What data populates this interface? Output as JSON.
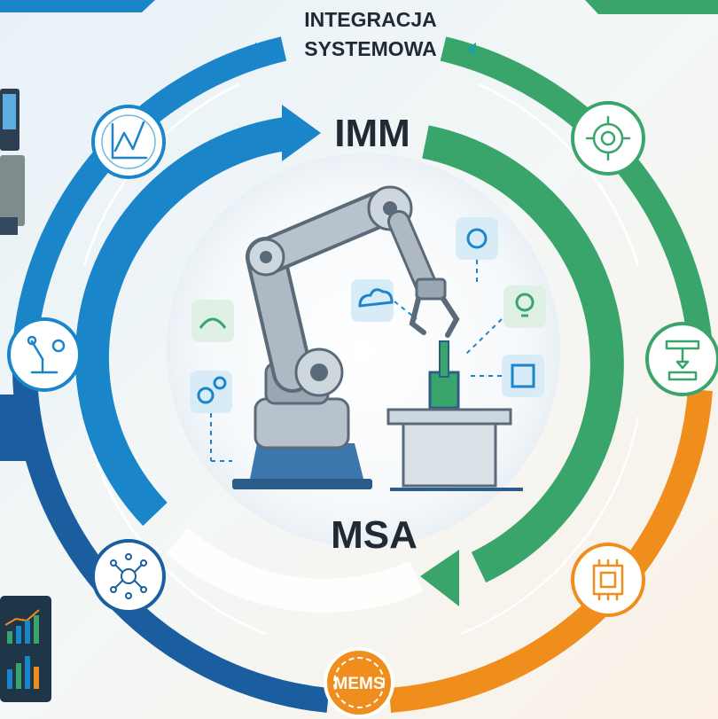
{
  "header": {
    "title_line1": "INTEGRACJA",
    "title_line2": "SYSTEMOWA"
  },
  "labels": {
    "top": "IMM",
    "bottom": "MSA",
    "node_bottom": "MEMS"
  },
  "nodes": [
    {
      "name": "chart-node",
      "icon": "line-chart-icon",
      "color": "#1a86c9"
    },
    {
      "name": "gear-node",
      "icon": "gear-icon",
      "color": "#3aa56b"
    },
    {
      "name": "printer-node",
      "icon": "3d-printer-icon",
      "color": "#3aa56b"
    },
    {
      "name": "chip-node",
      "icon": "microchip-icon",
      "color": "#ef8e1d"
    },
    {
      "name": "mems-node",
      "icon": "mems-gear-icon",
      "color": "#ef8e1d"
    },
    {
      "name": "network-node",
      "icon": "neural-network-icon",
      "color": "#1a5ea0"
    },
    {
      "name": "robot-arm-node",
      "icon": "robot-arm-icon",
      "color": "#1a86c9"
    }
  ],
  "colors": {
    "blue": "#1a86c9",
    "dark_blue": "#1a5ea0",
    "green": "#3aa56b",
    "orange": "#ef8e1d",
    "arm_grey": "#9aa7b3",
    "text": "#1f2a33"
  }
}
